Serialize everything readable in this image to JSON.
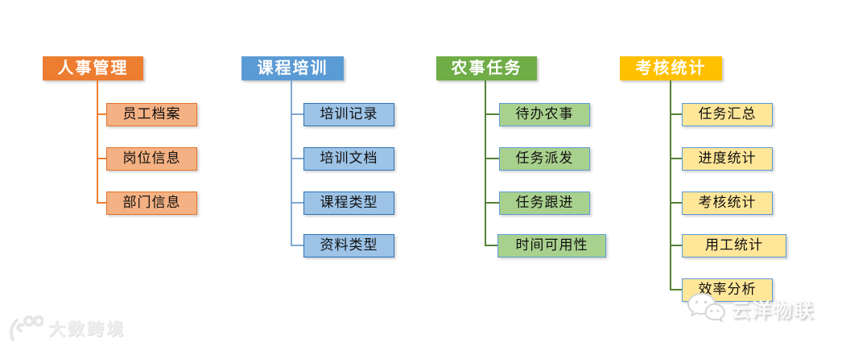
{
  "page": {
    "background": "#ffffff"
  },
  "diagram": {
    "type": "hierarchy",
    "columns": [
      {
        "id": "hr-management",
        "header": "人事管理",
        "header_color": "#ED7D31",
        "child_fill": "#F4B183",
        "child_border": "#E4732A",
        "line_color": "#ED7D31",
        "children": [
          "员工档案",
          "岗位信息",
          "部门信息"
        ]
      },
      {
        "id": "course-training",
        "header": "课程培训",
        "header_color": "#5B9BD5",
        "child_fill": "#9DC3E6",
        "child_border": "#2E75B6",
        "line_color": "#7FA8D2",
        "children": [
          "培训记录",
          "培训文档",
          "课程类型",
          "资料类型"
        ]
      },
      {
        "id": "farm-tasks",
        "header": "农事任务",
        "header_color": "#70AD47",
        "child_fill": "#A9D18E",
        "child_border": "#5B9BD5",
        "line_color": "#548235",
        "children": [
          "待办农事",
          "任务派发",
          "任务跟进",
          "时间可用性"
        ]
      },
      {
        "id": "assessment-stats",
        "header": "考核统计",
        "header_color": "#FFC000",
        "child_fill": "#FFE699",
        "child_border": "#5B9BD5",
        "line_color": "#548235",
        "children": [
          "任务汇总",
          "进度统计",
          "考核统计",
          "用工统计",
          "效率分析"
        ]
      }
    ]
  },
  "watermarks": {
    "bottom_left": {
      "icon": "dashukuajing-logo",
      "text": "大数跨境"
    },
    "bottom_right": {
      "icon": "wechat-icon",
      "text": "云洋物联"
    }
  }
}
